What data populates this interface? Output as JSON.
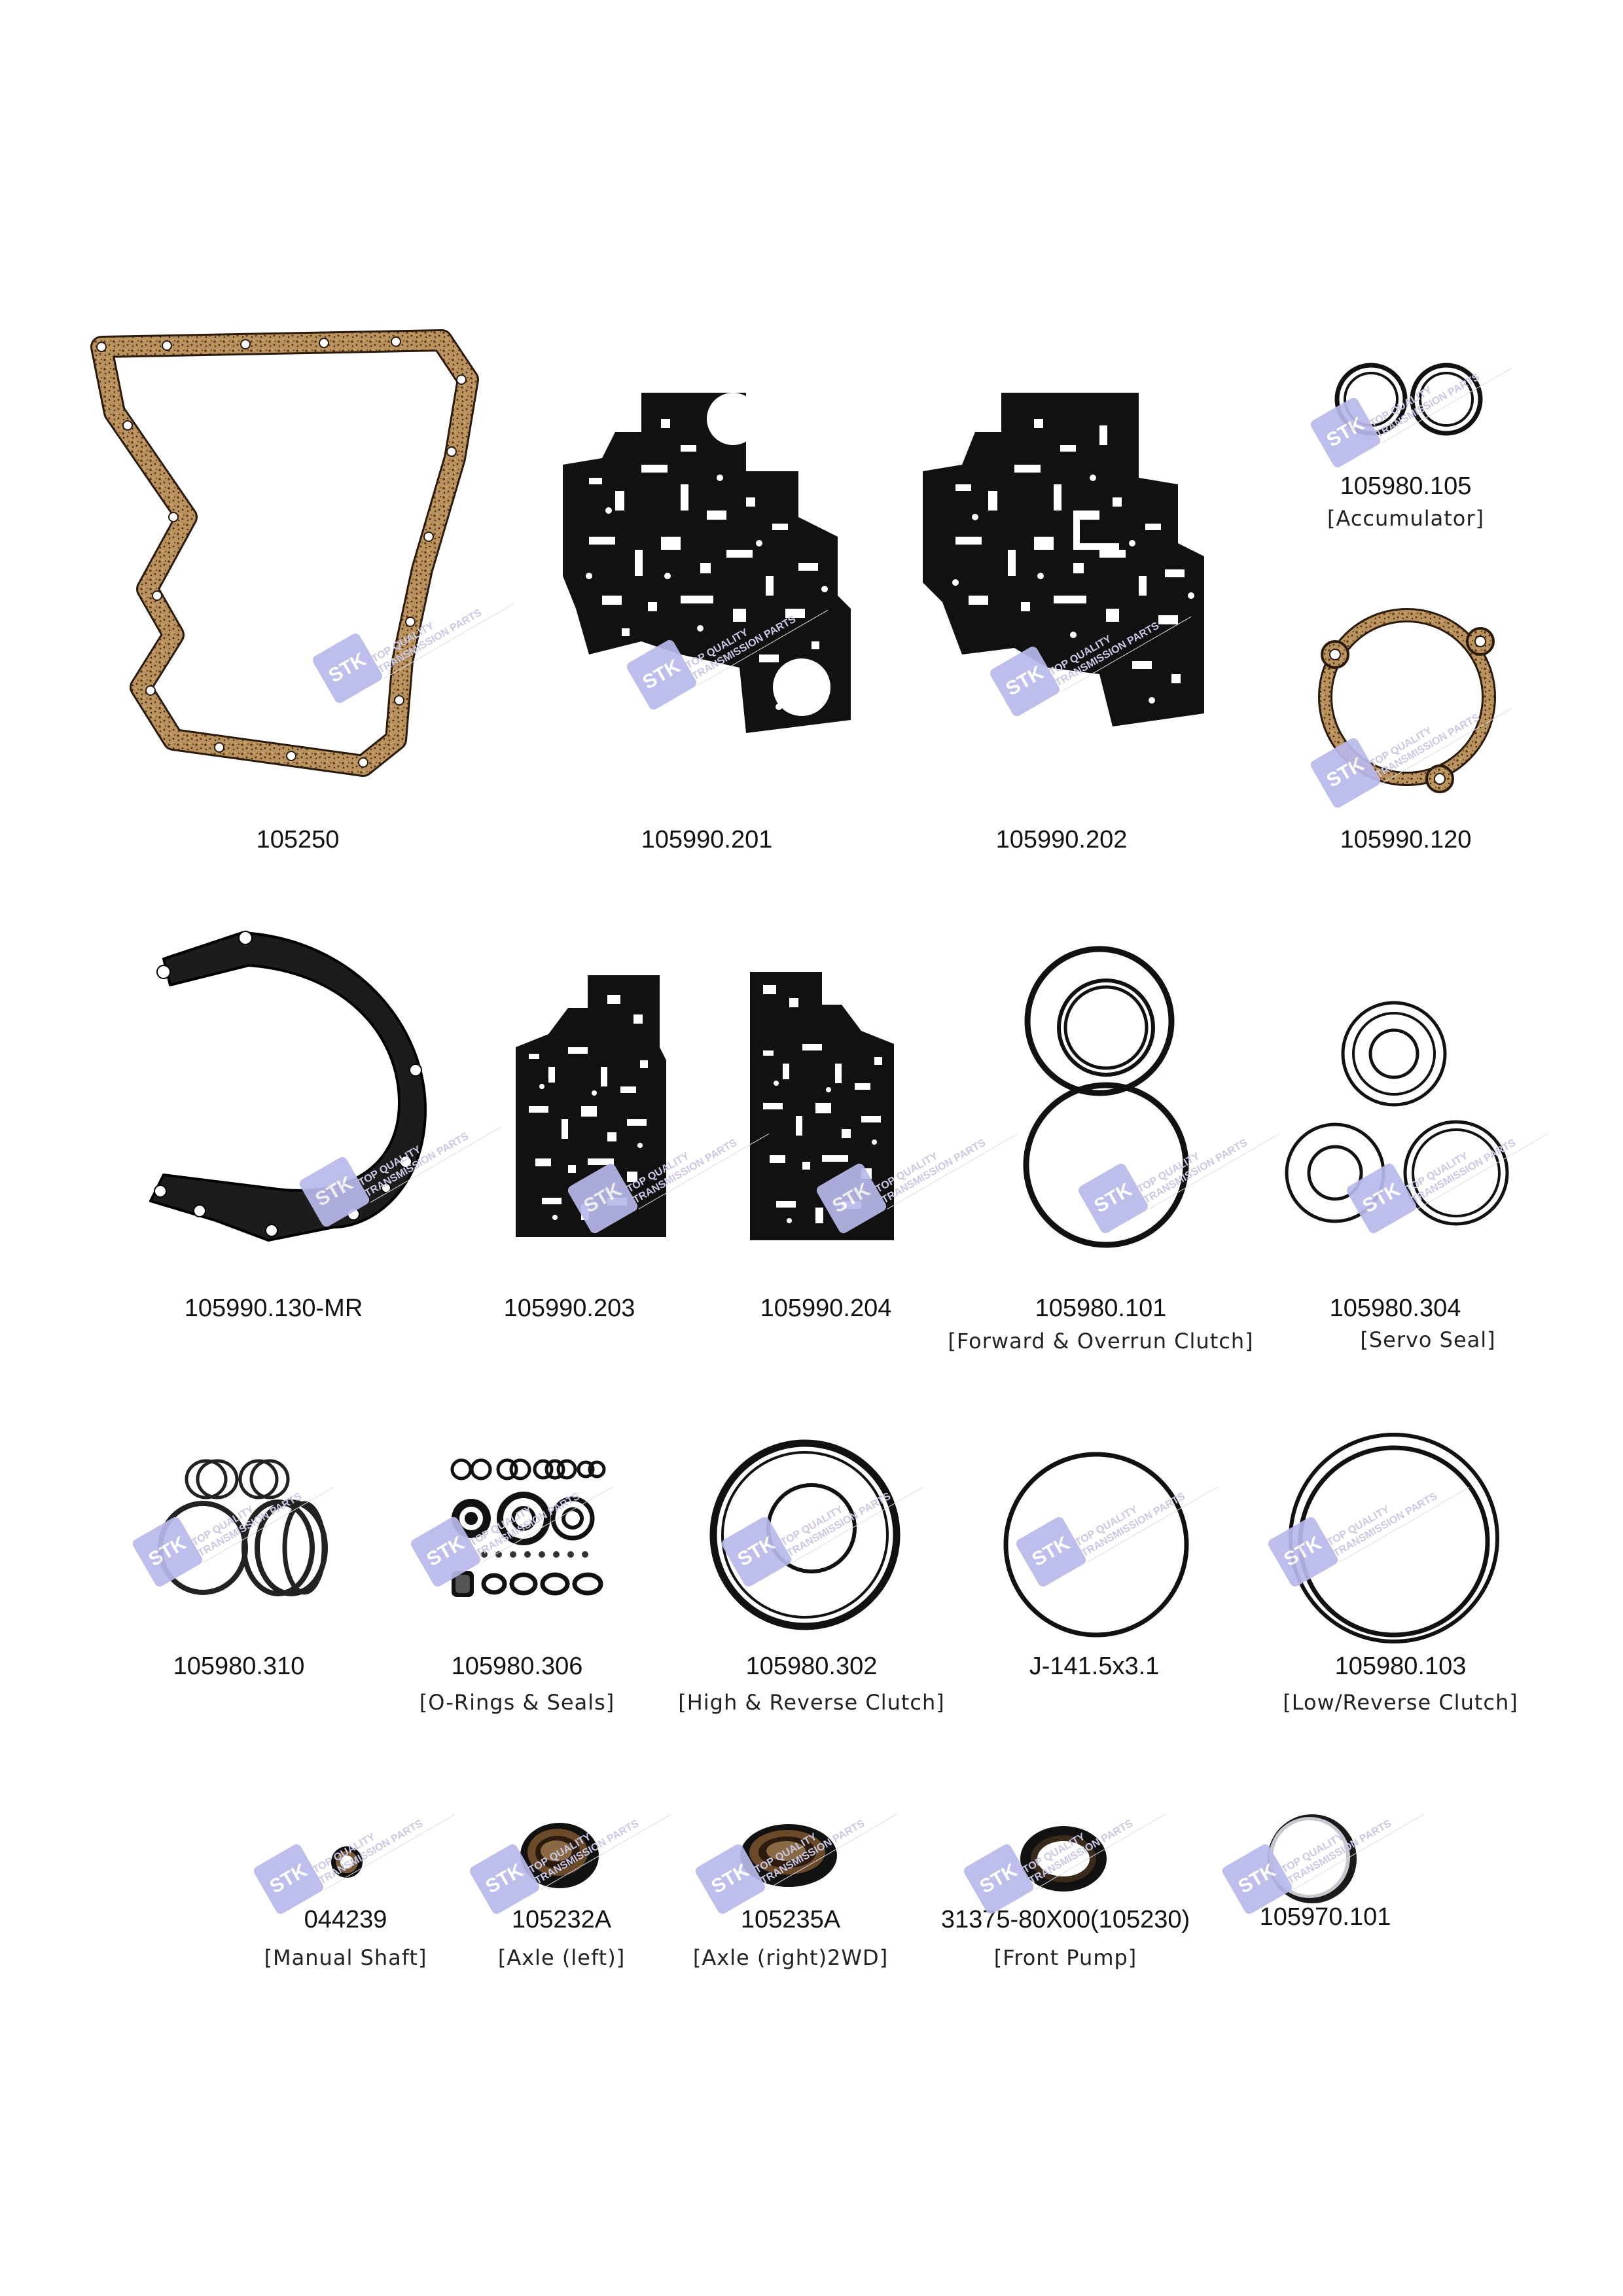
{
  "brand": {
    "logo_text": "STK",
    "tagline_1": "TOP QUALITY",
    "tagline_2": "TRANSMISSION PARTS",
    "accent_color": "#b9b9ec",
    "cork_color": "#b58a55",
    "black": "#111111"
  },
  "parts": [
    {
      "code": "105250",
      "desc": ""
    },
    {
      "code": "105990.201",
      "desc": ""
    },
    {
      "code": "105990.202",
      "desc": ""
    },
    {
      "code": "105980.105",
      "desc": "[Accumulator]"
    },
    {
      "code": "105990.120",
      "desc": ""
    },
    {
      "code": "105990.130-MR",
      "desc": ""
    },
    {
      "code": "105990.203",
      "desc": ""
    },
    {
      "code": "105990.204",
      "desc": ""
    },
    {
      "code": "105980.101",
      "desc": "[Forward & Overrun Clutch]"
    },
    {
      "code": "105980.304",
      "desc": "[Servo Seal]"
    },
    {
      "code": "105980.310",
      "desc": ""
    },
    {
      "code": "105980.306",
      "desc": "[O-Rings & Seals]"
    },
    {
      "code": "105980.302",
      "desc": "[High & Reverse Clutch]"
    },
    {
      "code": "J-141.5x3.1",
      "desc": ""
    },
    {
      "code": "105980.103",
      "desc": "[Low/Reverse Clutch]"
    },
    {
      "code": "044239",
      "desc": "[Manual Shaft]"
    },
    {
      "code": "105232A",
      "desc": "[Axle (left)]"
    },
    {
      "code": "105235A",
      "desc": "[Axle (right)2WD]"
    },
    {
      "code": "31375-80X00(105230)",
      "desc": "[Front Pump]"
    },
    {
      "code": "105970.101",
      "desc": ""
    }
  ]
}
